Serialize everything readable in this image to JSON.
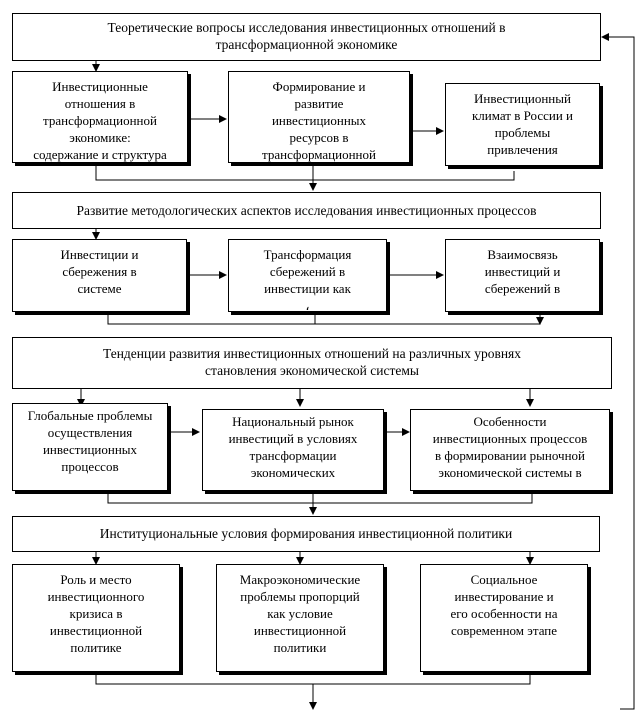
{
  "level1": {
    "title": "Теоретические вопросы исследования инвестиционных отношений в\nтрансформационной экономике",
    "boxes": [
      "Инвестиционные\nотношения  в\nтрансформационной\nэкономике:\nсодержание и структура",
      "Формирование и\nразвитие\nинвестиционных\nресурсов  в\nтрансформационной",
      "Инвестиционный\nклимат в России и\nпроблемы\nпривлечения"
    ]
  },
  "level2": {
    "title": "Развитие методологических аспектов исследования инвестиционных процессов",
    "boxes": [
      "Инвестиции и\nсбережения в\nсистеме",
      "Трансформация\nсбережений в\nинвестиции как\n،",
      "Взаимосвязь\nинвестиций и\nсбережений в"
    ]
  },
  "level3": {
    "title": "Тенденции развития инвестиционных отношений на различных уровнях\nстановления экономической системы",
    "boxes": [
      "Глобальные проблемы\nосуществления\nинвестиционных\nпроцессов",
      "Национальный рынок\nинвестиций в условиях\nтрансформации\nэкономических",
      "Особенности\nинвестиционных процессов\nв формировании рыночной\nэкономической системы в"
    ]
  },
  "level4": {
    "title": "Институциональные условия формирования инвестиционной политики",
    "boxes": [
      "Роль и место\nинвестиционного\nкризиса в\nинвестиционной\nполитике",
      "Макроэкономические\nпроблемы пропорций\nкак условие\nинвестиционной\nполитики",
      "Социальное\nинвестирование и\nего особенности на\nсовременном этапе"
    ]
  }
}
